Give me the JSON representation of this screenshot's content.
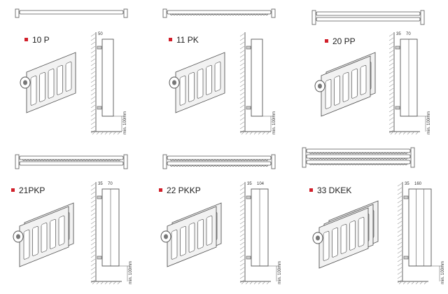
{
  "colors": {
    "bullet": "#d11f2a",
    "line": "#555555",
    "fill": "#f2f2f2",
    "hatch": "#9a9a9a"
  },
  "panels": [
    {
      "label": "10 P",
      "panels": 1,
      "fins": 0,
      "depth_labels": [
        "50"
      ],
      "min_label": "min. 100mm"
    },
    {
      "label": "11 PK",
      "panels": 1,
      "fins": 1,
      "depth_labels": [],
      "min_label": "min. 100mm"
    },
    {
      "label": "20 PP",
      "panels": 2,
      "fins": 0,
      "depth_labels": [
        "35",
        "70"
      ],
      "min_label": "min. 100mm"
    },
    {
      "label": "21PKP",
      "panels": 2,
      "fins": 1,
      "depth_labels": [
        "35",
        "70"
      ],
      "min_label": "min. 100mm"
    },
    {
      "label": "22  PKKP",
      "panels": 2,
      "fins": 2,
      "depth_labels": [
        "35",
        "104"
      ],
      "min_label": "min. 100mm"
    },
    {
      "label": "33 DKEK",
      "panels": 3,
      "fins": 3,
      "depth_labels": [
        "35",
        "160"
      ],
      "min_label": "min. 100mm"
    }
  ]
}
